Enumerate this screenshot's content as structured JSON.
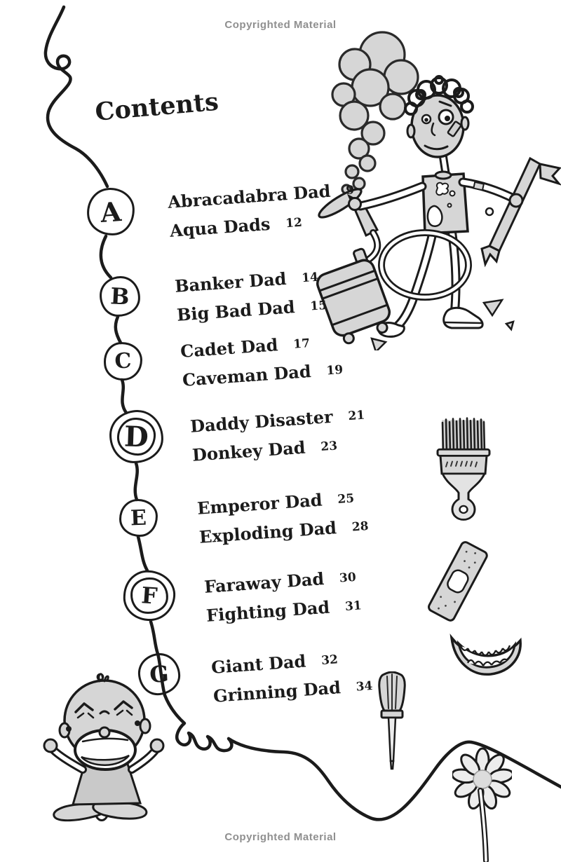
{
  "page": {
    "copyright_top": "Copyrighted Material",
    "copyright_bottom": "Copyrighted Material",
    "title": "Contents"
  },
  "toc": {
    "groups": [
      {
        "letter": "A",
        "items": [
          {
            "label": "Abracadabra Dad",
            "page": "9"
          },
          {
            "label": "Aqua Dads",
            "page": "12"
          }
        ]
      },
      {
        "letter": "B",
        "items": [
          {
            "label": "Banker Dad",
            "page": "14"
          },
          {
            "label": "Big Bad Dad",
            "page": "15"
          }
        ]
      },
      {
        "letter": "C",
        "items": [
          {
            "label": "Cadet Dad",
            "page": "17"
          },
          {
            "label": "Caveman Dad",
            "page": "19"
          }
        ]
      },
      {
        "letter": "D",
        "items": [
          {
            "label": "Daddy Disaster",
            "page": "21"
          },
          {
            "label": "Donkey Dad",
            "page": "23"
          }
        ]
      },
      {
        "letter": "E",
        "items": [
          {
            "label": "Emperor Dad",
            "page": "25"
          },
          {
            "label": "Exploding Dad",
            "page": "28"
          }
        ]
      },
      {
        "letter": "F",
        "items": [
          {
            "label": "Faraway Dad",
            "page": "30"
          },
          {
            "label": "Fighting Dad",
            "page": "31"
          }
        ]
      },
      {
        "letter": "G",
        "items": [
          {
            "label": "Giant Dad",
            "page": "32"
          },
          {
            "label": "Grinning Dad",
            "page": "34"
          }
        ]
      }
    ]
  },
  "illustrations": {
    "dad_vacuum": "messy dad holding smoking vacuum wand and broken stick",
    "smoke_cloud": "scribbled smoke cloud",
    "vacuum_canister": "vacuum cleaner canister",
    "paintbrush": "paintbrush",
    "bandage": "sticking plaster",
    "grin": "grinning mouth with teeth",
    "screwdriver": "screwdriver",
    "flower": "daisy flower",
    "crying_baby": "crying baby sitting cross-legged",
    "squiggle_line": "hand-drawn wavy string line"
  },
  "colors": {
    "ink": "#1b1b1b",
    "gray_fill": "#d6d6d6",
    "copyright_gray": "#8f8f8f",
    "paper": "#ffffff"
  }
}
